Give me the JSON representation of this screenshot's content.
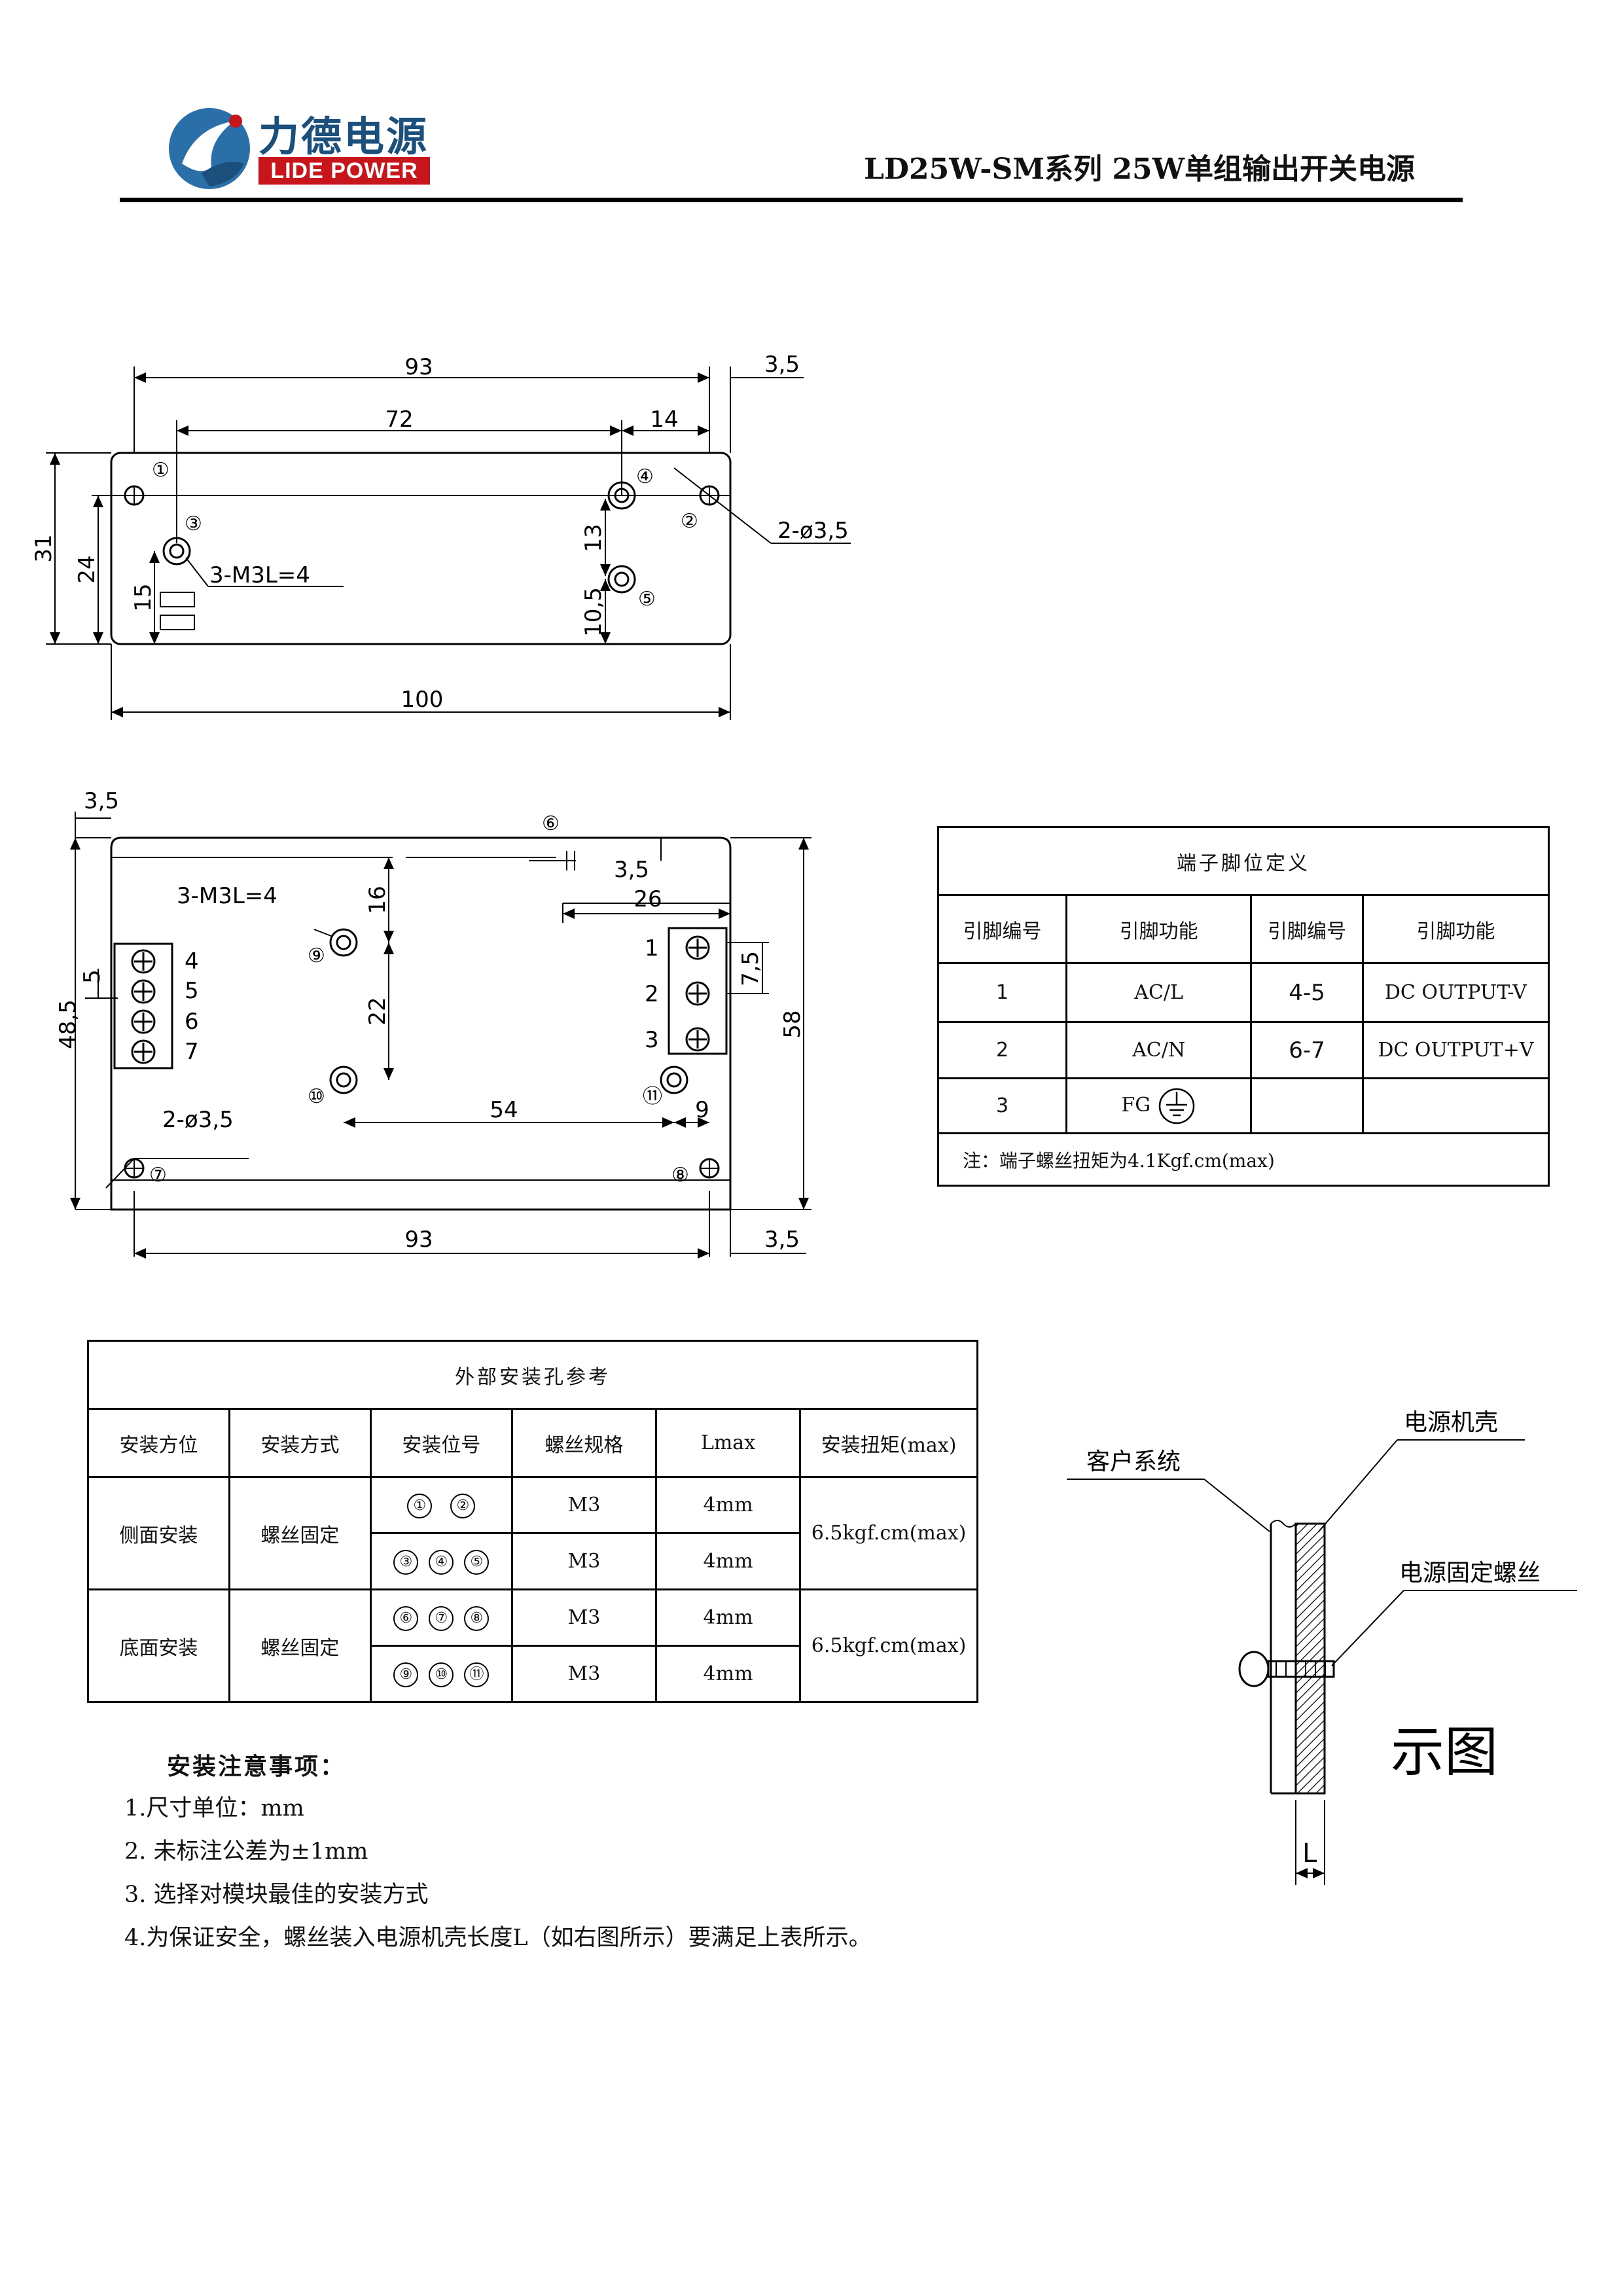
{
  "header": {
    "logo_cn": "力德电源",
    "logo_en": "LIDE POWER",
    "title": "LD25W-SM系列 25W单组输出开关电源"
  },
  "top_view": {
    "dims": {
      "d93": "93",
      "d3_5": "3,5",
      "d72": "72",
      "d14": "14",
      "d31": "31",
      "d24": "24",
      "d15": "15",
      "d13": "13",
      "d10_5": "10,5",
      "d100": "100"
    },
    "labels": {
      "m3": "3-M3L=4",
      "hole": "2-ø3,5"
    },
    "markers": [
      "①",
      "②",
      "③",
      "④",
      "⑤"
    ]
  },
  "bottom_view": {
    "dims": {
      "d3_5a": "3,5",
      "d3_5b": "3,5",
      "d26": "26",
      "d16": "16",
      "d48_5": "48,5",
      "d5": "5",
      "d22": "22",
      "d7_5": "7,5",
      "d58": "58",
      "d54": "54",
      "d9": "9",
      "d93": "93",
      "d3_5c": "3,5"
    },
    "labels": {
      "m3": "3-M3L=4",
      "hole": "2-ø3,5"
    },
    "terminal_left": [
      "4",
      "5",
      "6",
      "7"
    ],
    "terminal_right": [
      "1",
      "2",
      "3"
    ],
    "markers": [
      "⑥",
      "⑦",
      "⑧",
      "⑨",
      "⑩",
      "⑪"
    ]
  },
  "pin_table": {
    "caption": "端子脚位定义",
    "headers": [
      "引脚编号",
      "引脚功能",
      "引脚编号",
      "引脚功能"
    ],
    "rows": [
      [
        "1",
        "AC/L",
        "4-5",
        "DC OUTPUT-V"
      ],
      [
        "2",
        "AC/N",
        "6-7",
        "DC OUTPUT+V"
      ],
      [
        "3",
        "FG",
        "",
        ""
      ]
    ],
    "fg_icon": "ground-icon",
    "note": "注：端子螺丝扭矩为4.1Kgf.cm(max)"
  },
  "mount_table": {
    "caption": "外部安装孔参考",
    "headers": [
      "安装方位",
      "安装方式",
      "安装位号",
      "螺丝规格",
      "Lmax",
      "安装扭矩(max)"
    ],
    "groups": [
      {
        "position": "侧面安装",
        "method": "螺丝固定",
        "torque": "6.5kgf.cm(max)",
        "rows": [
          {
            "holes": [
              "①",
              "②"
            ],
            "screw": "M3",
            "lmax": "4mm"
          },
          {
            "holes": [
              "③",
              "④",
              "⑤"
            ],
            "screw": "M3",
            "lmax": "4mm"
          }
        ]
      },
      {
        "position": "底面安装",
        "method": "螺丝固定",
        "torque": "6.5kgf.cm(max)",
        "rows": [
          {
            "holes": [
              "⑥",
              "⑦",
              "⑧"
            ],
            "screw": "M3",
            "lmax": "4mm"
          },
          {
            "holes": [
              "⑨",
              "⑩",
              "⑪"
            ],
            "screw": "M3",
            "lmax": "4mm"
          }
        ]
      }
    ]
  },
  "diagram": {
    "customer": "客户系统",
    "case": "电源机壳",
    "screw": "电源固定螺丝",
    "caption": "示图",
    "L": "L"
  },
  "notes": {
    "title": "安装注意事项：",
    "items": [
      "1.尺寸单位：mm",
      "2. 未标注公差为±1mm",
      "3. 选择对模块最佳的安装方式",
      "4.为保证安全，螺丝装入电源机壳长度L（如右图所示）要满足上表所示。"
    ]
  }
}
